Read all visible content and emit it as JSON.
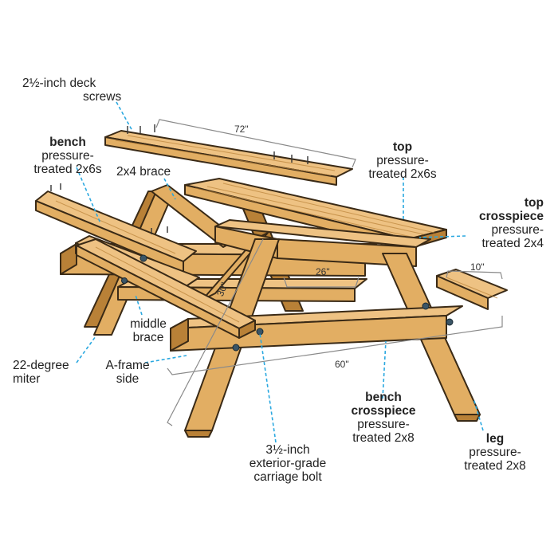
{
  "colors": {
    "wood": "#e2ae63",
    "wood_light": "#eec283",
    "wood_dark": "#b98137",
    "outline": "#3a2a16",
    "leader": "#2aa8e0",
    "dimension": "#8a8a8a"
  },
  "labels": {
    "screws": {
      "line1": "2½-inch deck",
      "line2": "screws"
    },
    "bench": {
      "title": "bench",
      "line1": "pressure-",
      "line2": "treated 2x6s"
    },
    "brace": {
      "text": "2x4 brace"
    },
    "top": {
      "title": "top",
      "line1": "pressure-",
      "line2": "treated 2x6s"
    },
    "top_crosspiece": {
      "title1": "top",
      "title2": "crosspiece",
      "line1": "pressure-",
      "line2": "treated 2x4"
    },
    "middle_brace": {
      "line1": "middle",
      "line2": "brace"
    },
    "miter": {
      "line1": "22-degree",
      "line2": "miter"
    },
    "aframe": {
      "line1": "A-frame",
      "line2": "side"
    },
    "bench_crosspiece": {
      "title1": "bench",
      "title2": "crosspiece",
      "line1": "pressure-",
      "line2": "treated 2x8"
    },
    "leg": {
      "title": "leg",
      "line1": "pressure-",
      "line2": "treated 2x8"
    },
    "bolt": {
      "line1": "3½-inch",
      "line2": "exterior-grade",
      "line3": "carriage bolt"
    }
  },
  "dimensions": {
    "top_length": "72\"",
    "top_width": "26\"",
    "height": "30\"",
    "bench_width": "10\"",
    "overall_length": "60\""
  }
}
